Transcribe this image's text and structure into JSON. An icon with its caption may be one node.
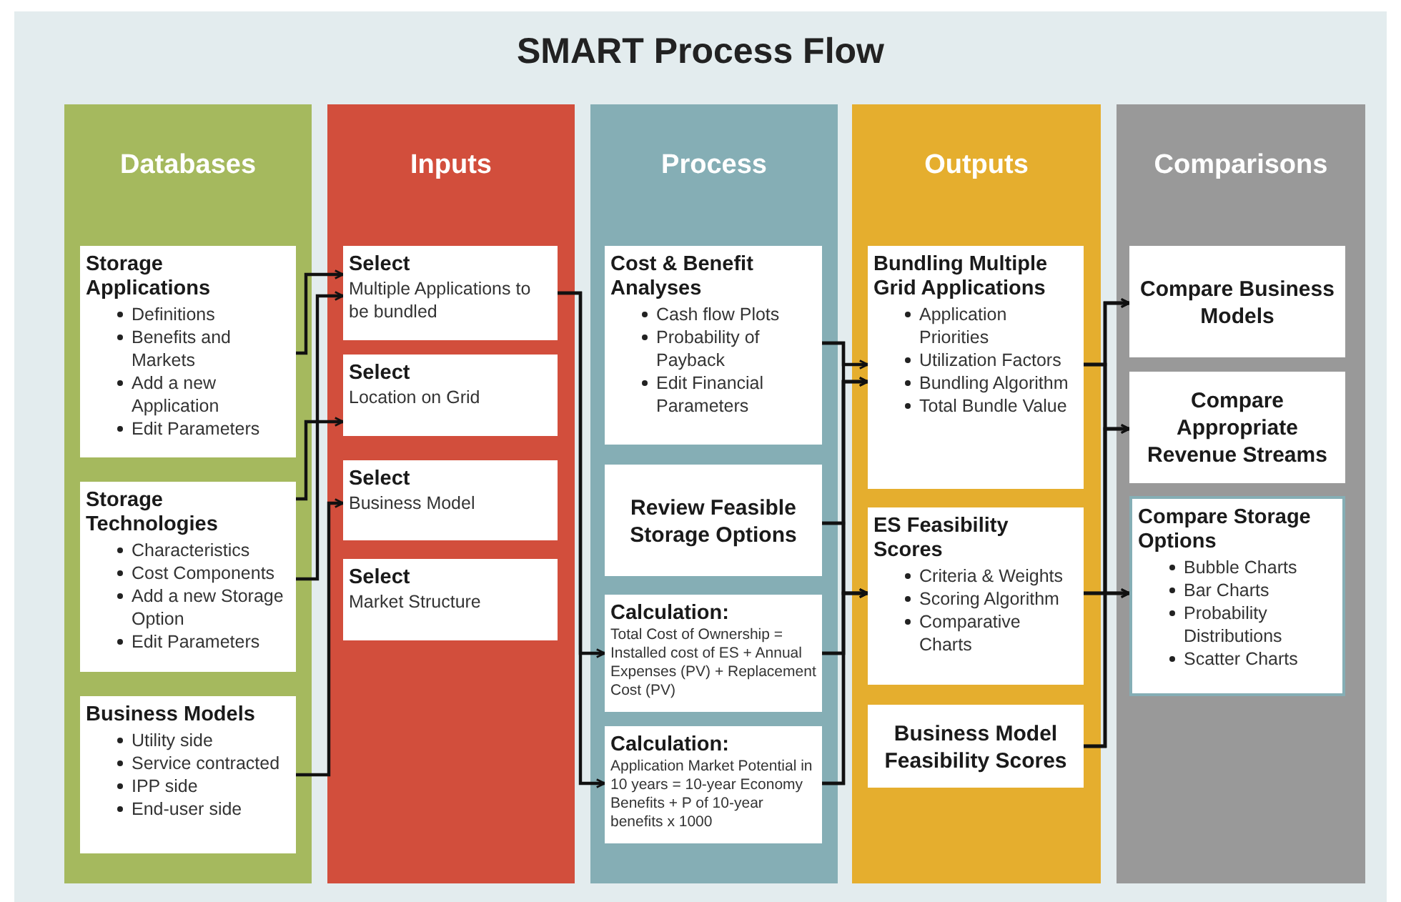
{
  "diagram": {
    "title": "SMART Process Flow",
    "nodes": [
      {
        "text": [
          "Databases"
        ]
      },
      {
        "text": [
          "Storage Applications",
          "Definitions",
          "Benefits and Markets",
          "Add a new Application",
          "Edit Parameters"
        ],
        "in": 0
      },
      {
        "text": [
          "Storage Technologies",
          "Characteristics",
          "Cost Components",
          "Add a new Storage Option",
          "Edit Parameters"
        ],
        "in": 0
      },
      {
        "text": [
          "Business Models",
          "Utility side",
          "Service contracted",
          "IPP side",
          "End-user side"
        ],
        "in": 0
      },
      {
        "text": [
          "Inputs"
        ]
      },
      {
        "text": [
          "Select",
          "Multiple Applications to be bundled"
        ],
        "in": 4
      },
      {
        "text": [
          "Select",
          "Location on Grid"
        ],
        "in": 4
      },
      {
        "text": [
          "Select",
          "Business Model"
        ],
        "in": 4
      },
      {
        "text": [
          "Select",
          "Market Structure"
        ],
        "in": 4
      },
      {
        "text": [
          "Process"
        ]
      },
      {
        "text": [
          "Cost & Benefit Analyses",
          "Cash flow Plots",
          "Probability of Payback",
          "Edit Financial Parameters"
        ],
        "in": 9
      },
      {
        "text": [
          "Review Feasible Storage Options"
        ],
        "in": 9
      },
      {
        "text": [
          "Calculation:",
          "Total Cost of Ownership = Installed cost of ES + Annual Expenses (PV) + Replacement Cost (PV)"
        ],
        "in": 9
      },
      {
        "text": [
          "Calculation:",
          "Application Market Potential in 10 years = 10-year Economy Benefits + P of 10-year benefits x 1000"
        ],
        "in": 9
      },
      {
        "text": [
          "Outputs"
        ]
      },
      {
        "text": [
          "Bundling Multiple Grid Applications",
          "Application Priorities",
          "Utilization Factors",
          "Bundling Algorithm",
          "Total Bundle Value"
        ],
        "in": 14
      },
      {
        "text": [
          "ES Feasibility Scores",
          "Criteria & Weights",
          "Scoring Algorithm",
          "Comparative Charts"
        ],
        "in": 14
      },
      {
        "text": [
          "Business Model Feasibility Scores"
        ],
        "in": 14
      },
      {
        "text": [
          "Comparisons"
        ]
      },
      {
        "text": [
          "Compare Business Models"
        ],
        "in": 18
      },
      {
        "text": [
          "Compare Appropriate Revenue Streams"
        ],
        "in": 18
      },
      {
        "text": [
          "Compare Storage Options",
          "Bubble Charts",
          "Bar Charts",
          "Probability Distributions",
          "Scatter Charts"
        ],
        "in": 18
      }
    ],
    "edges": [
      {
        "from": 1,
        "to": 5,
        "arrow": "to"
      },
      {
        "from": 2,
        "to": 6,
        "arrow": "to"
      },
      {
        "from": 2,
        "to": 5,
        "arrow": "to"
      },
      {
        "from": 3,
        "to": 7,
        "arrow": "to"
      },
      {
        "from": 5,
        "to": 12,
        "arrow": "to"
      },
      {
        "from": 5,
        "to": 13,
        "arrow": "to"
      },
      {
        "from": 10,
        "to": 15,
        "arrow": "to"
      },
      {
        "from": 10,
        "to": 16,
        "arrow": "to"
      },
      {
        "from": 11,
        "to": 15,
        "arrow": "to"
      },
      {
        "from": 11,
        "to": 16,
        "arrow": "to"
      },
      {
        "from": 12,
        "to": 15,
        "arrow": "to"
      },
      {
        "from": 12,
        "to": 16,
        "arrow": "to"
      },
      {
        "from": 13,
        "to": 15,
        "arrow": "to"
      },
      {
        "from": 13,
        "to": 16,
        "arrow": "to"
      },
      {
        "from": 15,
        "to": 19,
        "arrow": "to"
      },
      {
        "from": 15,
        "to": 20,
        "arrow": "to"
      },
      {
        "from": 15,
        "to": 21,
        "arrow": "to"
      },
      {
        "from": 16,
        "to": 19,
        "arrow": "to"
      },
      {
        "from": 16,
        "to": 20,
        "arrow": "to"
      },
      {
        "from": 16,
        "to": 21,
        "arrow": "to"
      },
      {
        "from": 17,
        "to": 19,
        "arrow": "to"
      },
      {
        "from": 17,
        "to": 20,
        "arrow": "to"
      },
      {
        "from": 17,
        "to": 21,
        "arrow": "to"
      }
    ]
  }
}
